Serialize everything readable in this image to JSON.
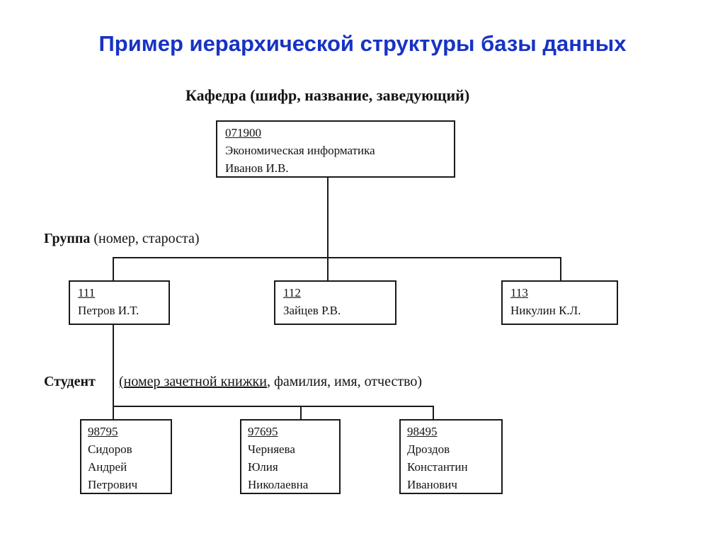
{
  "title": "Пример иерархической структуры базы данных",
  "colors": {
    "title_color": "#1733c4",
    "line_color": "#1a1a1a",
    "text_color": "#141414",
    "background": "#ffffff"
  },
  "diagram": {
    "kafedra": {
      "header": "Кафедра (шифр, название, заведующий)",
      "box": {
        "code": "071900",
        "name": "Экономическая информатика",
        "head": "Иванов И.В."
      }
    },
    "gruppa": {
      "label": "Группа",
      "attrs": "(номер, староста)",
      "boxes": [
        {
          "code": "111",
          "name": "Петров И.Т."
        },
        {
          "code": "112",
          "name": "Зайцев Р.В."
        },
        {
          "code": "113",
          "name": "Никулин К.Л."
        }
      ]
    },
    "student": {
      "label": "Студент",
      "attrs_key": "(номер зачетной книжки",
      "attrs_rest": ", фамилия, имя, отчество)",
      "boxes": [
        {
          "code": "98795",
          "lines": [
            "Сидоров",
            "Андрей",
            "Петрович"
          ]
        },
        {
          "code": "97695",
          "lines": [
            "Черняева",
            "Юлия",
            "Николаевна"
          ]
        },
        {
          "code": "98495",
          "lines": [
            "Дроздов",
            "Константин",
            "Иванович"
          ]
        }
      ]
    }
  }
}
